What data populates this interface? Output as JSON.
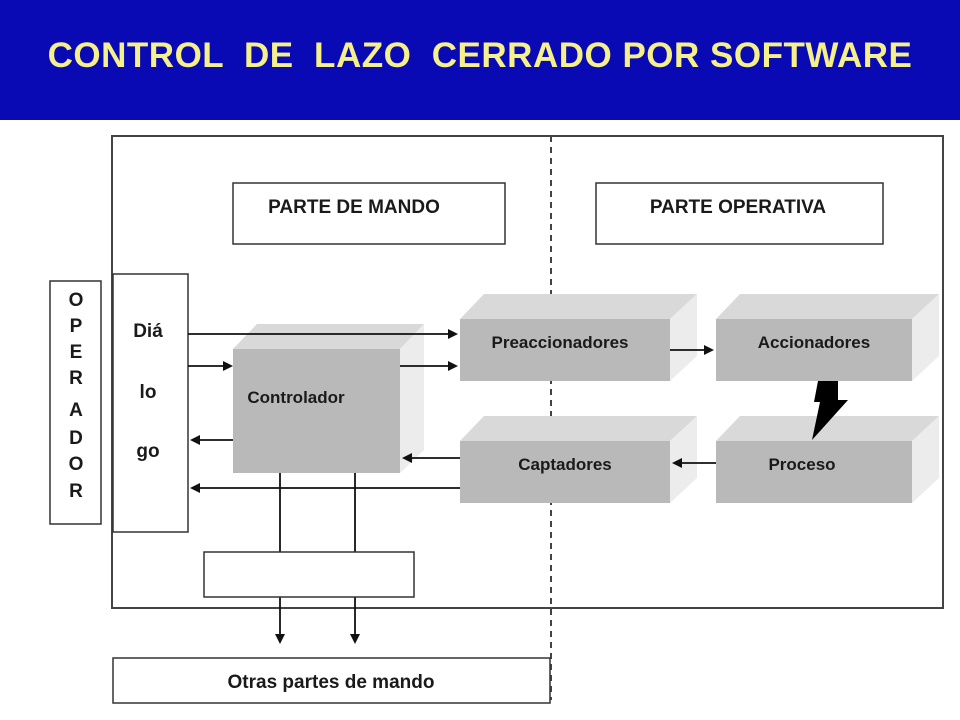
{
  "title": "CONTROL  DE  LAZO  CERRADO POR SOFTWARE",
  "colors": {
    "title_bg": "#0a0ab5",
    "title_text": "#f5f08a",
    "block_front": "#b9b9b9",
    "block_top": "#d9d9d9",
    "block_side": "#ececec"
  },
  "labels": {
    "parte_mando": "PARTE DE MANDO",
    "parte_operativa": "PARTE OPERATIVA",
    "operador": [
      "O",
      "P",
      "E",
      "R",
      "A",
      "D",
      "O",
      "R"
    ],
    "dialogo": [
      "Diá",
      "lo",
      "go"
    ],
    "controlador": "Controlador",
    "preaccionadores": "Preaccionadores",
    "accionadores": "Accionadores",
    "captadores": "Captadores",
    "proceso": "Proceso",
    "otras_partes": "Otras partes de mando"
  }
}
